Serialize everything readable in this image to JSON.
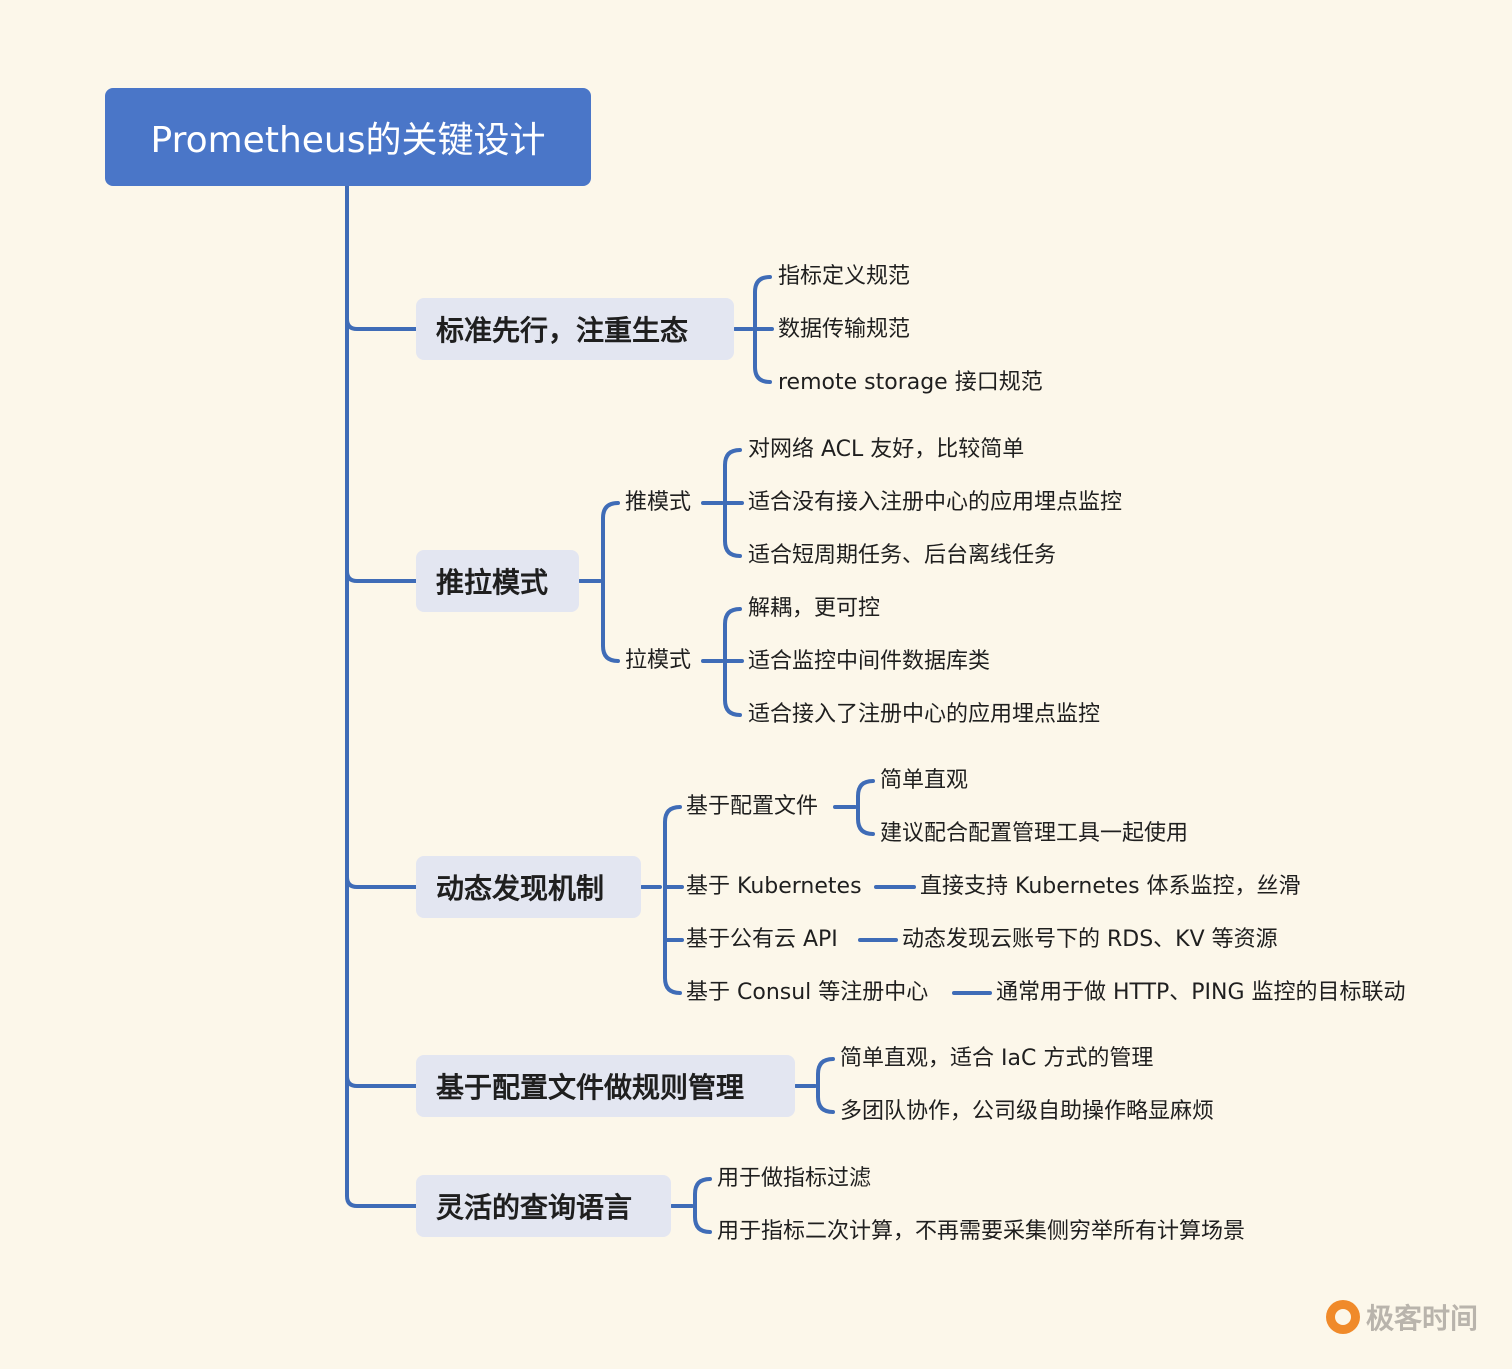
{
  "root": {
    "title": "Prometheus的关键设计"
  },
  "topics": {
    "t1": {
      "label": "标准先行，注重生态",
      "items": [
        "指标定义规范",
        "数据传输规范",
        "remote storage 接口规范"
      ]
    },
    "t2": {
      "label": "推拉模式",
      "push": {
        "label": "推模式",
        "items": [
          "对网络 ACL 友好，比较简单",
          "适合没有接入注册中心的应用埋点监控",
          "适合短周期任务、后台离线任务"
        ]
      },
      "pull": {
        "label": "拉模式",
        "items": [
          "解耦，更可控",
          "适合监控中间件数据库类",
          "适合接入了注册中心的应用埋点监控"
        ]
      }
    },
    "t3": {
      "label": "动态发现机制",
      "config": {
        "label": "基于配置文件",
        "items": [
          "简单直观",
          "建议配合配置管理工具一起使用"
        ]
      },
      "k8s": {
        "label": "基于 Kubernetes",
        "detail": "直接支持 Kubernetes 体系监控，丝滑"
      },
      "cloud": {
        "label": "基于公有云 API",
        "detail": "动态发现云账号下的 RDS、KV 等资源"
      },
      "consul": {
        "label": "基于 Consul 等注册中心",
        "detail": "通常用于做 HTTP、PING 监控的目标联动"
      }
    },
    "t4": {
      "label": "基于配置文件做规则管理",
      "items": [
        "简单直观，适合 IaC 方式的管理",
        "多团队协作，公司级自助操作略显麻烦"
      ]
    },
    "t5": {
      "label": "灵活的查询语言",
      "items": [
        "用于做指标过滤",
        "用于指标二次计算，不再需要采集侧穷举所有计算场景"
      ]
    }
  },
  "watermark": {
    "text": "极客时间"
  },
  "colors": {
    "line": "#3f6cb7",
    "root": "#4a76c8",
    "topic_bg": "#e3e6f1",
    "background": "#fcf7ea"
  }
}
